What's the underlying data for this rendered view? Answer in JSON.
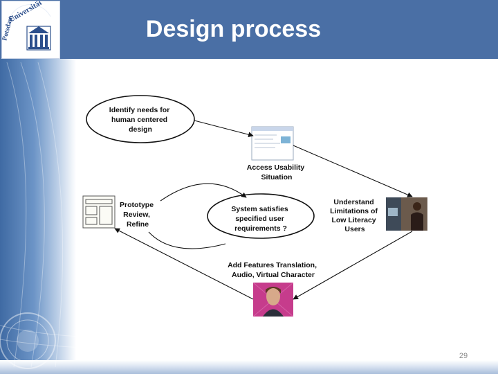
{
  "slide": {
    "title": "Design process",
    "page_number": "29",
    "logo_text": "Universität Potsdam"
  },
  "diagram": {
    "nodes": {
      "identify": [
        "Identify needs for",
        "human centered",
        "design"
      ],
      "access": [
        "Access Usability",
        "Situation"
      ],
      "understand": [
        "Understand",
        "Limitations of",
        "Low Literacy",
        "Users"
      ],
      "satisfies": [
        "System satisfies",
        "specified user",
        "requirements ?"
      ],
      "prototype": [
        "Prototype",
        "Review,",
        "Refine"
      ],
      "features": [
        "Add Features Translation,",
        "Audio, Virtual Character"
      ]
    }
  },
  "colors": {
    "header": "#4a6fa5",
    "accent_pink": "#c63c8c"
  }
}
